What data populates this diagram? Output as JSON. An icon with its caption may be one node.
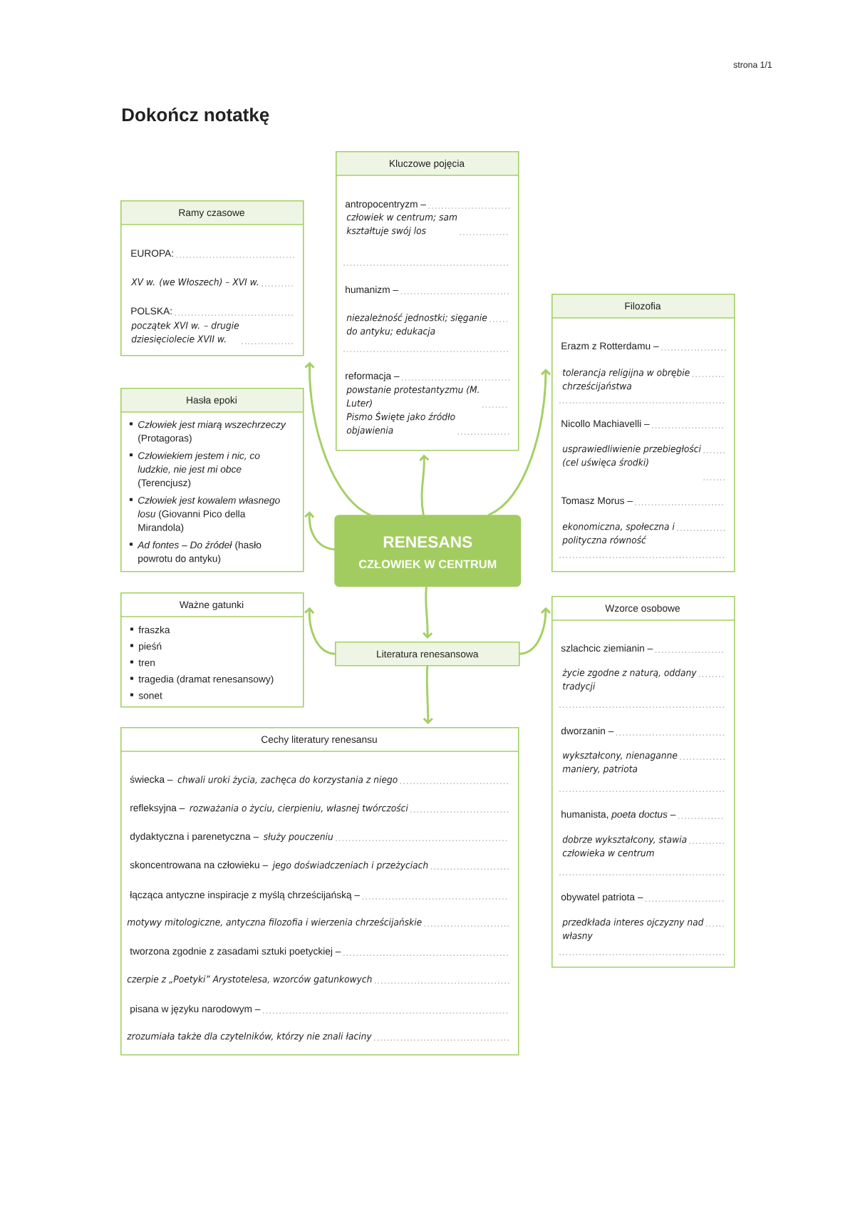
{
  "diagram": {
    "title": "Dokończ notatkę",
    "nodes": [
      {
        "text": [
          "Ramy czasowe",
          "EUROPA:",
          "XV w. (we Włoszech) – XVI w.",
          "POLSKA:",
          "początek XVI w. – drugie dziesięciolecie XVII w."
        ]
      },
      {
        "text": [
          "Kluczowe pojęcia",
          "antropocentryzm –",
          "człowiek w centrum; sam kształtuje swój los",
          "humanizm –",
          "niezależność jednostki; sięganie do antyku; edukacja",
          "reformacja –",
          "powstanie protestantyzmu (M. Luter)",
          "Pismo Święte jako źródło objawienia"
        ]
      },
      {
        "text": [
          "Filozofia",
          "Erazm z Rotterdamu –",
          "tolerancja religijna w obrębie chrześcijaństwa",
          "Nicollo Machiavelli –",
          "usprawiedliwienie przebiegłości (cel uświęca środki)",
          "Tomasz Morus –",
          "ekonomiczna, społeczna i polityczna równość"
        ]
      },
      {
        "text": [
          "Hasła epoki",
          "*Człowiek jest miarą wszechrzeczy* (Protagoras)",
          "*Człowiekiem jestem i nic, co ludzkie, nie jest mi obce* (Terencjusz)",
          "*Człowiek jest kowalem własnego losu* (Giovanni Pico della Mirandola)",
          "*Ad fontes – Do źródeł* (hasło powrotu do antyku)"
        ]
      },
      {
        "text": [
          "RENESANS",
          "CZŁOWIEK W CENTRUM"
        ]
      },
      {
        "text": [
          "Ważne gatunki",
          "fraszka",
          "pieśń",
          "tren",
          "tragedia (dramat renesansowy)",
          "sonet"
        ]
      },
      {
        "text": [
          "Literatura renesansowa"
        ]
      },
      {
        "text": [
          "Wzorce osobowe",
          "szlachcic ziemianin –",
          "życie zgodne z naturą, oddany tradycji",
          "dworzanin –",
          "wykształcony, nienaganne maniery, patriota",
          "humanista, *poeta doctus* –",
          "dobrze wykształcony, stawia człowieka w centrum",
          "obywatel patriota –",
          "przedkłada interes ojczyzny nad własny"
        ]
      },
      {
        "text": [
          "Cechy literatury renesansu",
          "świecka –",
          "chwali uroki życia, zachęca do korzystania z niego",
          "refleksyjna –",
          "rozważania o życiu, cierpieniu, własnej twórczości",
          "dydaktyczna i parenetyczna –",
          "służy pouczeniu",
          "skoncentrowana na człowieku –",
          "jego doświadczeniach i przeżyciach",
          "łącząca antyczne inspiracje z myślą chrześcijańską –",
          "motywy mitologiczne, antyczna filozofia i wierzenia chrześcijańskie",
          "tworzona zgodnie z zasadami sztuki poetyckiej –",
          "czerpie z „Poetyki” Arystotelesa, wzorców gatunkowych",
          "pisana w języku narodowym –",
          "zrozumiała także dla czytelników, którzy nie znali łaciny"
        ]
      }
    ],
    "edges": [
      {
        "from": 4,
        "to": 0,
        "arrow": "to"
      },
      {
        "from": 4,
        "to": 1,
        "arrow": "to"
      },
      {
        "from": 4,
        "to": 2,
        "arrow": "to"
      },
      {
        "from": 4,
        "to": 3,
        "arrow": "to"
      },
      {
        "from": 4,
        "to": 6,
        "arrow": "to"
      },
      {
        "from": 6,
        "to": 5,
        "arrow": "to"
      },
      {
        "from": 6,
        "to": 7,
        "arrow": "to"
      },
      {
        "from": 6,
        "to": 8,
        "arrow": "to"
      }
    ],
    "labels": [
      "strona 1/1"
    ]
  }
}
